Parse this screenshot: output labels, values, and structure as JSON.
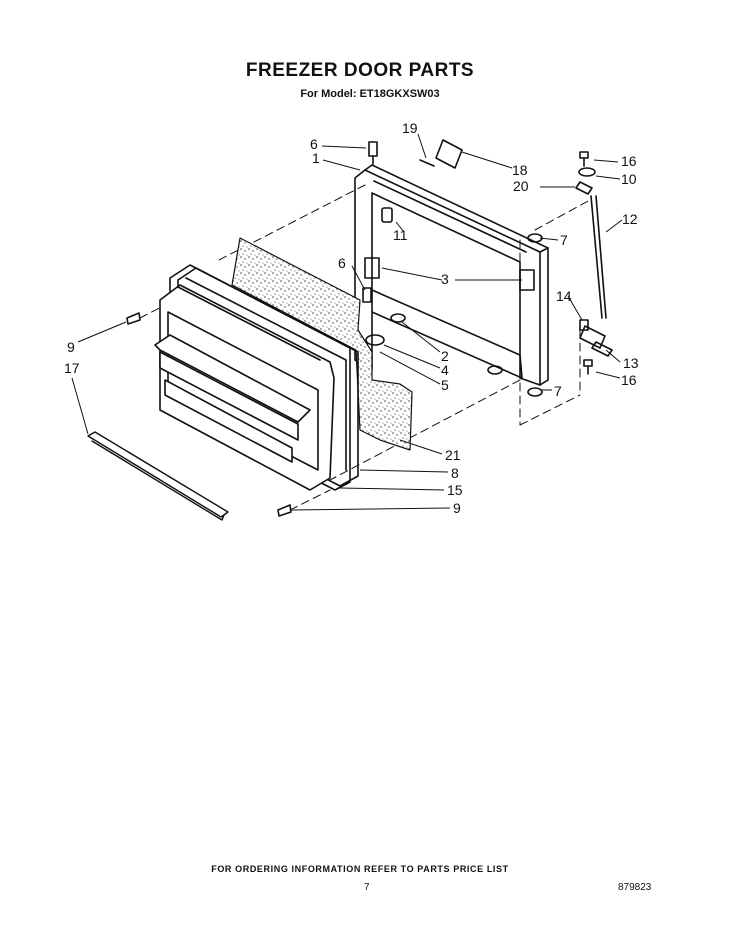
{
  "title": "FREEZER DOOR PARTS",
  "subtitle": "For Model: ET18GKXSW03",
  "callouts": {
    "c1": "1",
    "c2": "2",
    "c3": "3",
    "c4": "4",
    "c5": "5",
    "c6a": "6",
    "c6b": "6",
    "c7a": "7",
    "c7b": "7",
    "c8": "8",
    "c9a": "9",
    "c9b": "9",
    "c10": "10",
    "c11": "11",
    "c12": "12",
    "c13": "13",
    "c14": "14",
    "c15": "15",
    "c16a": "16",
    "c16b": "16",
    "c17": "17",
    "c18": "18",
    "c19": "19",
    "c20": "20",
    "c21": "21"
  },
  "footer": {
    "note": "FOR ORDERING INFORMATION REFER TO PARTS PRICE LIST",
    "page_number": "7",
    "doc_number": "879823"
  }
}
